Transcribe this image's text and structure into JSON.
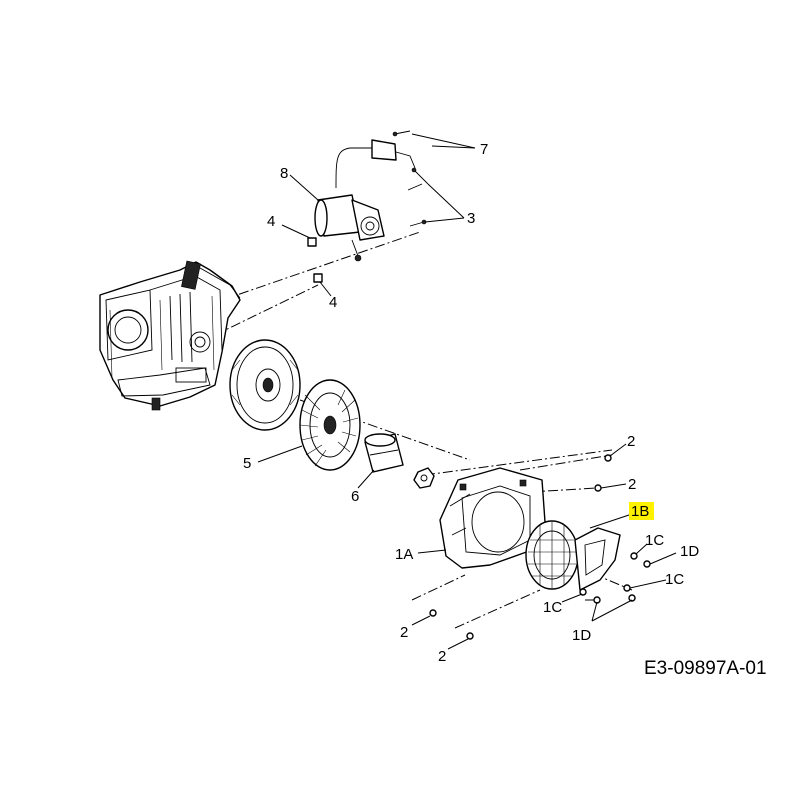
{
  "diagram": {
    "reference_code": "E3-09897A-01",
    "highlight_color": "#fff200",
    "labels": {
      "p7": "7",
      "p8": "8",
      "p3": "3",
      "p4a": "4",
      "p4b": "4",
      "p5": "5",
      "p6": "6",
      "p2a": "2",
      "p2b": "2",
      "p1B": "1B",
      "p1A": "1A",
      "p1Ca": "1C",
      "p1Da": "1D",
      "p1Cb": "1C",
      "p1Cc": "1C",
      "p1Db": "1D",
      "p2c": "2",
      "p2d": "2"
    }
  }
}
